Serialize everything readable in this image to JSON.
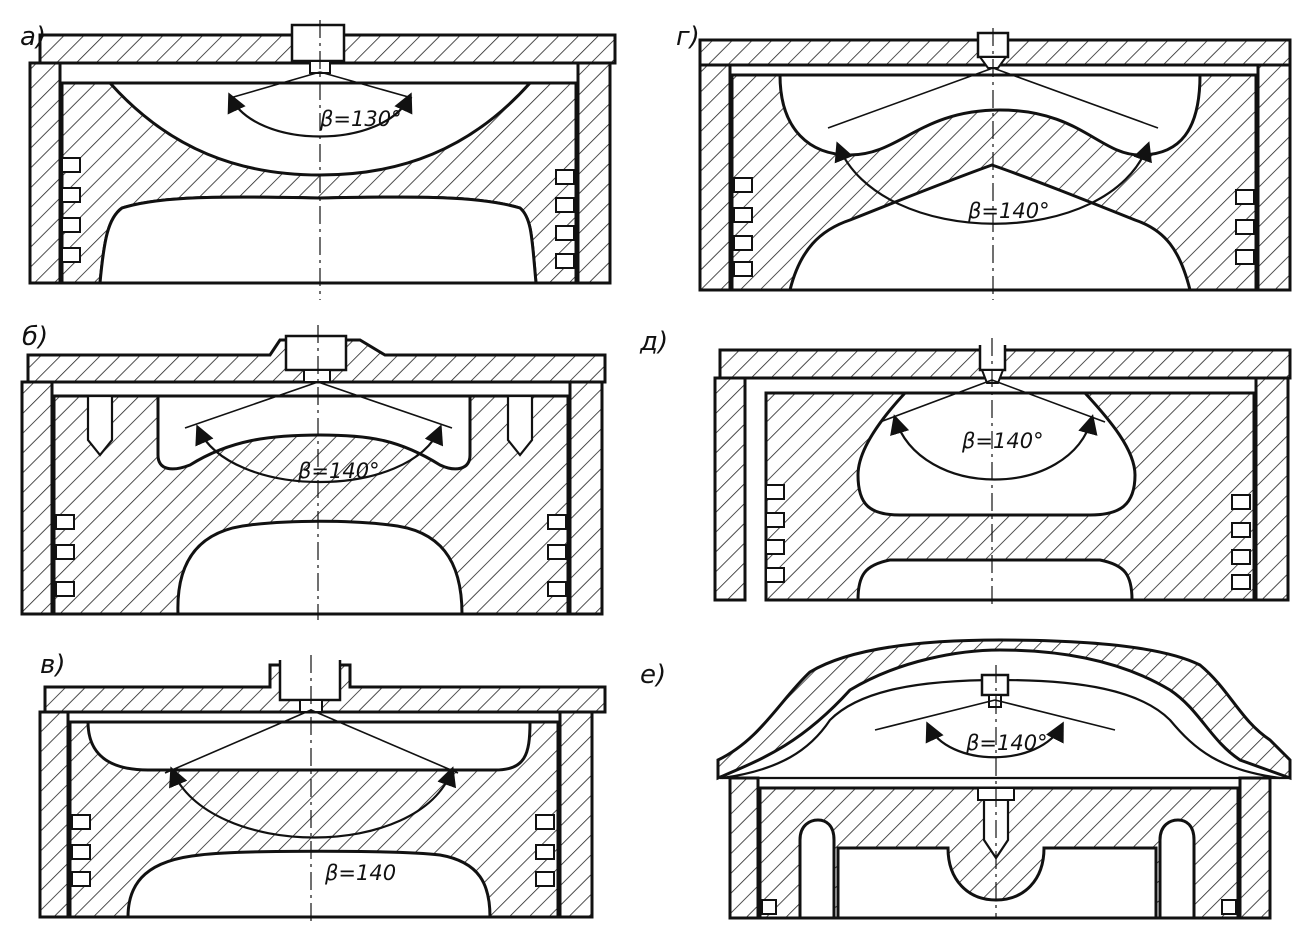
{
  "figure": {
    "panels": [
      {
        "id": "a",
        "label": "а)",
        "angle_text": "β=130°",
        "angle_deg": 130
      },
      {
        "id": "b",
        "label": "б)",
        "angle_text": "β=140°",
        "angle_deg": 140
      },
      {
        "id": "v",
        "label": "в)",
        "angle_text": "β=140",
        "angle_deg": 140
      },
      {
        "id": "g",
        "label": "г)",
        "angle_text": "β=140°",
        "angle_deg": 140
      },
      {
        "id": "d",
        "label": "д)",
        "angle_text": "β=140°",
        "angle_deg": 140
      },
      {
        "id": "e",
        "label": "е)",
        "angle_text": "β=140°",
        "angle_deg": 140
      }
    ]
  }
}
